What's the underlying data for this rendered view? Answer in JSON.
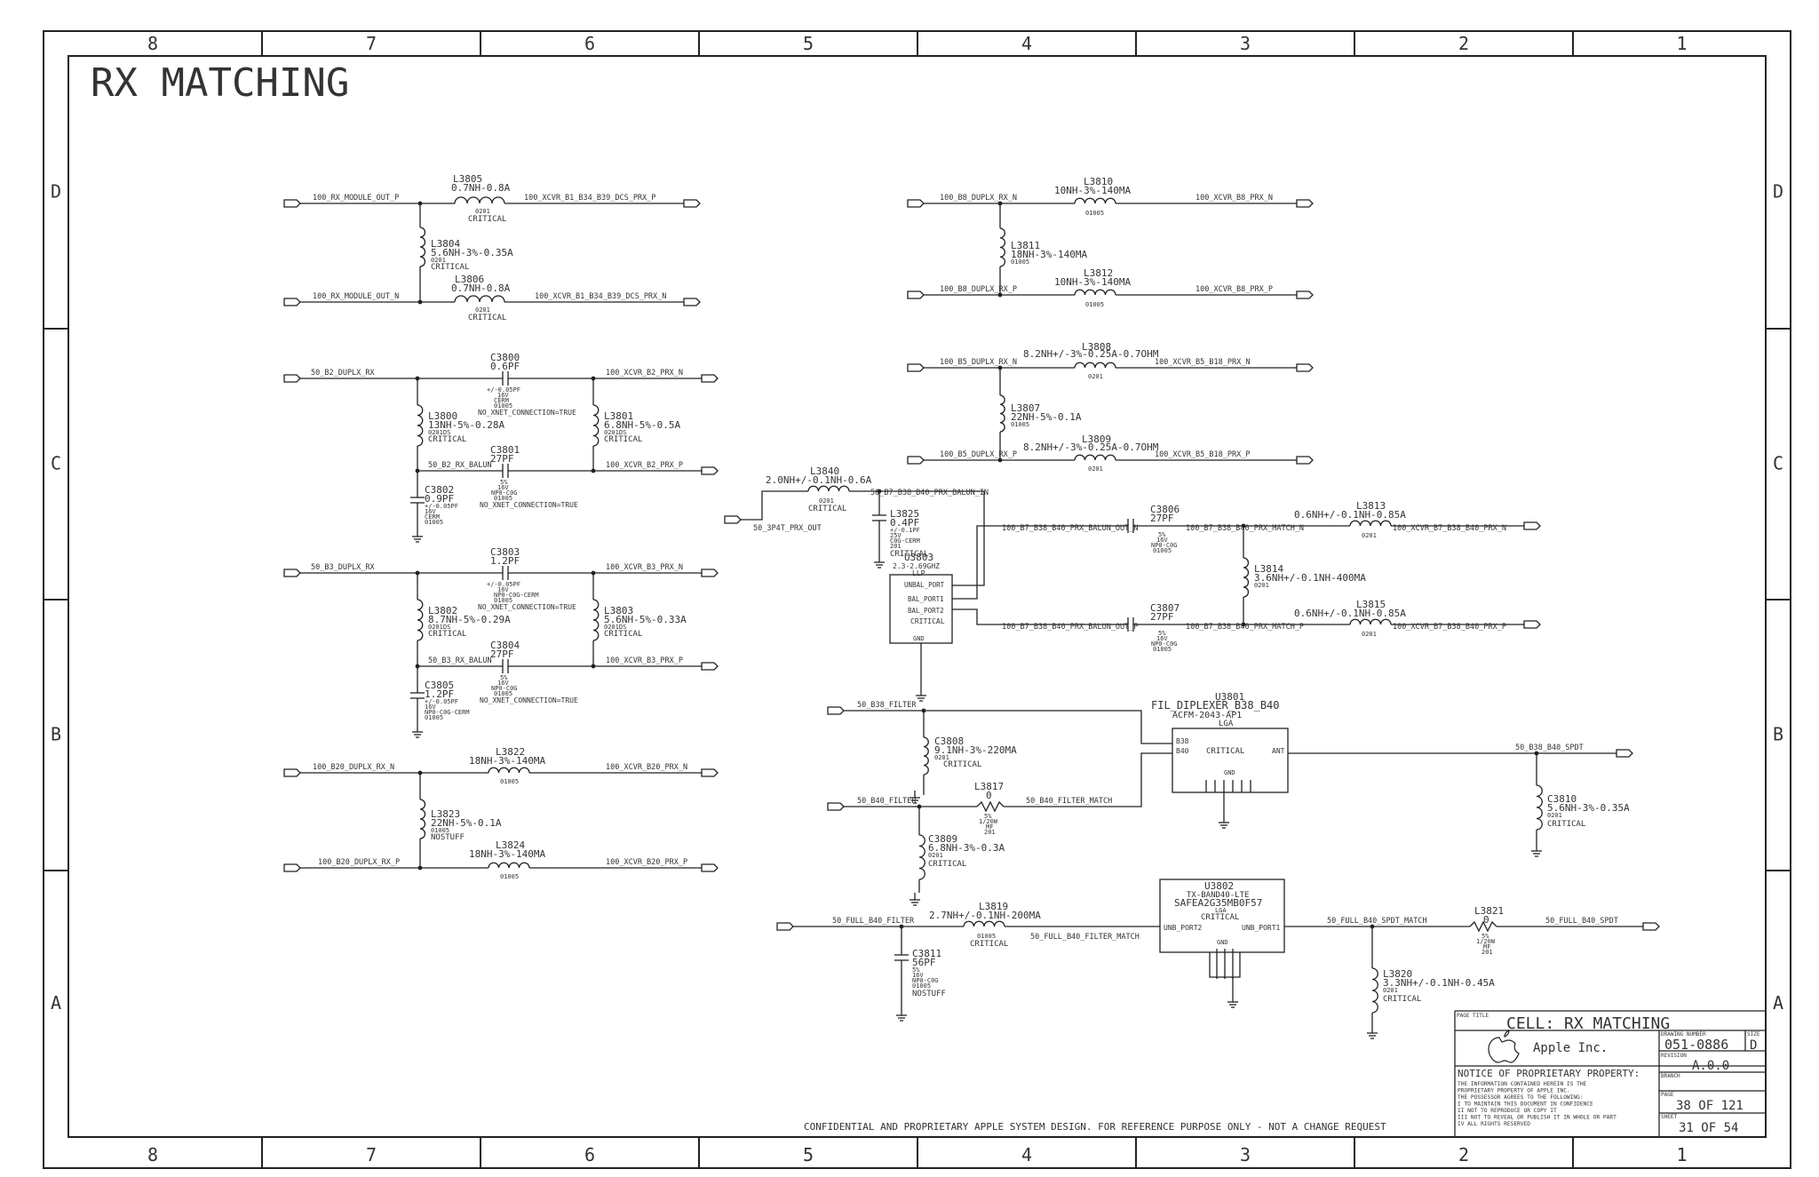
{
  "sheet": {
    "title": "RX MATCHING",
    "zone_columns": [
      "8",
      "7",
      "6",
      "5",
      "4",
      "3",
      "2",
      "1"
    ],
    "zone_rows": [
      "D",
      "C",
      "B",
      "A"
    ],
    "confidential": "CONFIDENTIAL AND PROPRIETARY APPLE SYSTEM DESIGN. FOR REFERENCE PURPOSE ONLY - NOT A CHANGE REQUEST"
  },
  "title_block": {
    "page_title_label": "PAGE TITLE",
    "page_title": "CELL: RX MATCHING",
    "drawing_number_label": "DRAWING NUMBER",
    "drawing_number": "051-0886",
    "size_label": "SIZE",
    "size": "D",
    "company": "Apple Inc.",
    "revision_label": "REVISION",
    "revision": "A.0.0",
    "branch_label": "BRANCH",
    "page_label": "PAGE",
    "page": "38 OF 121",
    "sheet_label": "SHEET",
    "sheet": "31 OF 54",
    "notice_title": "NOTICE OF PROPRIETARY PROPERTY:",
    "notice_lines": [
      "THE INFORMATION CONTAINED HEREIN IS THE",
      "PROPRIETARY PROPERTY OF APPLE INC.",
      "THE POSSESSOR AGREES TO THE FOLLOWING:",
      " I TO MAINTAIN THIS DOCUMENT IN CONFIDENCE",
      " II NOT TO REPRODUCE OR COPY IT",
      "III NOT TO REVEAL OR PUBLISH IT IN WHOLE OR PART",
      " IV ALL RIGHTS RESERVED"
    ]
  },
  "nets": {
    "n1": "100_RX_MODULE_OUT_P",
    "n2": "100_XCVR_B1_B34_B39_DCS_PRX_P",
    "n3": "100_RX_MODULE_OUT_N",
    "n4": "100_XCVR_B1_B34_B39_DCS_PRX_N",
    "n5": "50_B2_DUPLX_RX",
    "n6": "100_XCVR_B2_PRX_N",
    "n7": "50_B2_RX_BALUN",
    "n8": "100_XCVR_B2_PRX_P",
    "n9": "50_B3_DUPLX_RX",
    "n10": "100_XCVR_B3_PRX_N",
    "n11": "50_B3_RX_BALUN",
    "n12": "100_XCVR_B3_PRX_P",
    "n13": "100_B20_DUPLX_RX_N",
    "n14": "100_XCVR_B20_PRX_N",
    "n15": "100_B20_DUPLX_RX_P",
    "n16": "100_XCVR_B20_PRX_P",
    "n17": "100_B8_DUPLX_RX_N",
    "n18": "100_XCVR_B8_PRX_N",
    "n19": "100_B8_DUPLX_RX_P",
    "n20": "100_XCVR_B8_PRX_P",
    "n21": "100_B5_DUPLX_RX_N",
    "n22": "100_XCVR_B5_B18_PRX_N",
    "n23": "100_B5_DUPLX_RX_P",
    "n24": "100_XCVR_B5_B18_PRX_P",
    "n25": "50_3P4T_PRX_OUT",
    "n26": "50_B7_B38_B40_PRX_BALUN_IN",
    "n27": "100_B7_B38_B40_PRX_BALUN_OUT_N",
    "n28": "100_B7_B38_B40_PRX_MATCH_N",
    "n29": "100_XCVR_B7_B38_B40_PRX_N",
    "n30": "100_B7_B38_B40_PRX_BALUN_OUT_P",
    "n31": "100_B7_B38_B40_PRX_MATCH_P",
    "n32": "100_XCVR_B7_B38_B40_PRX_P",
    "n33": "50_B38_FILTER",
    "n34": "50_B40_FILTER",
    "n35": "50_B40_FILTER_MATCH",
    "n36": "50_B38_B40_SPDT",
    "n37": "50_FULL_B40_FILTER",
    "n38": "50_FULL_B40_FILTER_MATCH",
    "n39": "50_FULL_B40_SPDT_MATCH",
    "n40": "50_FULL_B40_SPDT"
  },
  "parts": {
    "L3805": {
      "ref": "L3805",
      "value": "0.7NH-0.8A",
      "pkg": "0201",
      "note": "CRITICAL"
    },
    "L3804": {
      "ref": "L3804",
      "value": "5.6NH-3%-0.35A",
      "pkg": "0201",
      "note": "CRITICAL"
    },
    "L3806": {
      "ref": "L3806",
      "value": "0.7NH-0.8A",
      "pkg": "0201",
      "note": "CRITICAL"
    },
    "C3800": {
      "ref": "C3800",
      "value": "0.6PF",
      "tol": "+/-0.05PF",
      "v": "16V",
      "d": "CERM",
      "pkg": "01005",
      "note": "NO_XNET_CONNECTION=TRUE"
    },
    "L3800": {
      "ref": "L3800",
      "value": "13NH-5%-0.28A",
      "pkg": "0201DS",
      "note": "CRITICAL"
    },
    "L3801": {
      "ref": "L3801",
      "value": "6.8NH-5%-0.5A",
      "pkg": "0201DS",
      "note": "CRITICAL"
    },
    "C3801": {
      "ref": "C3801",
      "value": "27PF",
      "tol": "5%",
      "v": "16V",
      "d": "NP0-C0G",
      "pkg": "01005"
    },
    "C3802": {
      "ref": "C3802",
      "value": "0.9PF",
      "tol": "+/-0.05PF",
      "v": "16V",
      "d": "CERM",
      "pkg": "01005",
      "note": "NO_XNET_CONNECTION=TRUE"
    },
    "C3803": {
      "ref": "C3803",
      "value": "1.2PF",
      "tol": "+/-0.05PF",
      "v": "16V",
      "d": "NP0-C0G-CERM",
      "pkg": "01005",
      "note": "NO_XNET_CONNECTION=TRUE"
    },
    "L3802": {
      "ref": "L3802",
      "value": "8.7NH-5%-0.29A",
      "pkg": "0201DS",
      "note": "CRITICAL"
    },
    "L3803": {
      "ref": "L3803",
      "value": "5.6NH-5%-0.33A",
      "pkg": "0201DS",
      "note": "CRITICAL"
    },
    "C3804": {
      "ref": "C3804",
      "value": "27PF",
      "tol": "5%",
      "v": "16V",
      "d": "NP0-C0G",
      "pkg": "01005"
    },
    "C3805": {
      "ref": "C3805",
      "value": "1.2PF",
      "tol": "+/-0.05PF",
      "v": "16V",
      "d": "NP0-C0G-CERM",
      "pkg": "01005",
      "note": "NO_XNET_CONNECTION=TRUE"
    },
    "L3822": {
      "ref": "L3822",
      "value": "18NH-3%-140MA",
      "pkg": "01005"
    },
    "L3823": {
      "ref": "L3823",
      "value": "22NH-5%-0.1A",
      "pkg": "01005",
      "note": "NOSTUFF"
    },
    "L3824": {
      "ref": "L3824",
      "value": "18NH-3%-140MA",
      "pkg": "01005"
    },
    "L3810": {
      "ref": "L3810",
      "value": "10NH-3%-140MA",
      "pkg": "01005"
    },
    "L3811": {
      "ref": "L3811",
      "value": "18NH-3%-140MA",
      "pkg": "01005"
    },
    "L3812": {
      "ref": "L3812",
      "value": "10NH-3%-140MA",
      "pkg": "01005"
    },
    "L3808": {
      "ref": "L3808",
      "value": "8.2NH+/-3%-0.25A-0.7OHM",
      "pkg": "0201"
    },
    "L3807": {
      "ref": "L3807",
      "value": "22NH-5%-0.1A",
      "pkg": "01005"
    },
    "L3809": {
      "ref": "L3809",
      "value": "8.2NH+/-3%-0.25A-0.7OHM",
      "pkg": "0201"
    },
    "L3840": {
      "ref": "L3840",
      "value": "2.0NH+/-0.1NH-0.6A",
      "pkg": "0201",
      "note": "CRITICAL"
    },
    "L3825": {
      "ref": "L3825",
      "value": "0.4PF",
      "tol": "+/-0.1PF",
      "v": "25V",
      "d": "C0G-CERM",
      "pkg": "201",
      "note": "CRITICAL"
    },
    "U3803": {
      "ref": "U3803",
      "value": "2.3-2.69GHZ",
      "pkg": "LLP",
      "p1": "UNBAL_PORT",
      "p2": "BAL_PORT1",
      "p3": "BAL_PORT2",
      "note": "CRITICAL",
      "gnd": "GND"
    },
    "C3806": {
      "ref": "C3806",
      "value": "27PF",
      "tol": "5%",
      "v": "16V",
      "d": "NP0-C0G",
      "pkg": "01005"
    },
    "C3807": {
      "ref": "C3807",
      "value": "27PF",
      "tol": "5%",
      "v": "16V",
      "d": "NP0-C0G",
      "pkg": "01005"
    },
    "L3813": {
      "ref": "L3813",
      "value": "0.6NH+/-0.1NH-0.85A",
      "pkg": "0201"
    },
    "L3814": {
      "ref": "L3814",
      "value": "3.6NH+/-0.1NH-400MA",
      "pkg": "0201"
    },
    "L3815": {
      "ref": "L3815",
      "value": "0.6NH+/-0.1NH-0.85A",
      "pkg": "0201"
    },
    "U3801": {
      "ref": "U3801",
      "value": "FIL_DIPLEXER_B38_B40",
      "part": "ACFM-2043-AP1",
      "pkg": "LGA",
      "p1": "B38",
      "p2": "B40",
      "ant": "ANT",
      "note": "CRITICAL",
      "gnd": "GND"
    },
    "C3808": {
      "ref": "C3808",
      "value": "9.1NH-3%-220MA",
      "pkg": "0201",
      "note": "CRITICAL"
    },
    "L3817": {
      "ref": "L3817",
      "value": "0",
      "tol": "5%",
      "p": "1/20W",
      "t": "MF",
      "pkg": "201"
    },
    "C3809": {
      "ref": "C3809",
      "value": "6.8NH-3%-0.3A",
      "pkg": "0201",
      "note": "CRITICAL"
    },
    "C3810": {
      "ref": "C3810",
      "value": "5.6NH-3%-0.35A",
      "pkg": "0201",
      "note": "CRITICAL"
    },
    "L3819": {
      "ref": "L3819",
      "value": "2.7NH+/-0.1NH-200MA",
      "pkg": "01005",
      "note": "CRITICAL"
    },
    "C3811": {
      "ref": "C3811",
      "value": "56PF",
      "tol": "5%",
      "v": "16V",
      "d": "NP0-C0G",
      "pkg": "01005",
      "note": "NOSTUFF"
    },
    "U3802": {
      "ref": "U3802",
      "value": "TX-BAND40-LTE",
      "part": "SAFEA2G35MB0F57",
      "pkg": "LGA",
      "note": "CRITICAL",
      "p1": "UNB_PORT2",
      "p2": "UNB_PORT1",
      "gnd": "GND"
    },
    "L3821": {
      "ref": "L3821",
      "value": "0",
      "tol": "5%",
      "p": "1/20W",
      "t": "MF",
      "pkg": "201"
    },
    "L3820": {
      "ref": "L3820",
      "value": "3.3NH+/-0.1NH-0.45A",
      "pkg": "0201",
      "note": "CRITICAL"
    }
  }
}
